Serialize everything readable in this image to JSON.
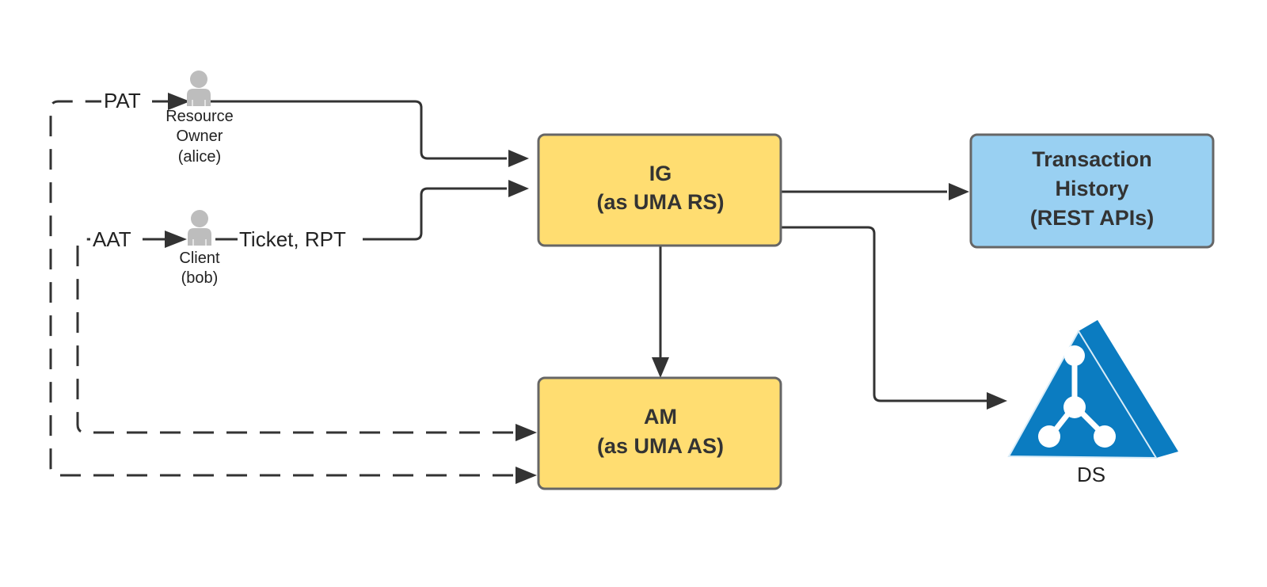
{
  "nodes": {
    "ig": {
      "line1": "IG",
      "line2": "(as UMA RS)",
      "fill": "#FFDD71"
    },
    "am": {
      "line1": "AM",
      "line2": "(as UMA AS)",
      "fill": "#FFDD71"
    },
    "transaction": {
      "line1": "Transaction",
      "line2": "History",
      "line3": "(REST APIs)",
      "fill": "#99D0F2"
    },
    "ds": {
      "label": "DS",
      "icon": "directory-server-icon",
      "fill": "#0B7CC1"
    }
  },
  "actors": {
    "resource_owner": {
      "line1": "Resource",
      "line2": "Owner",
      "line3": "(alice)",
      "icon": "person-icon"
    },
    "client": {
      "line1": "Client",
      "line2": "(bob)",
      "icon": "person-icon"
    }
  },
  "edge_labels": {
    "pat": "PAT",
    "aat": "AAT",
    "ticket_rpt": "Ticket, RPT"
  },
  "colors": {
    "line": "#333333",
    "box_border": "#666666",
    "person": "#BDBDBD"
  }
}
